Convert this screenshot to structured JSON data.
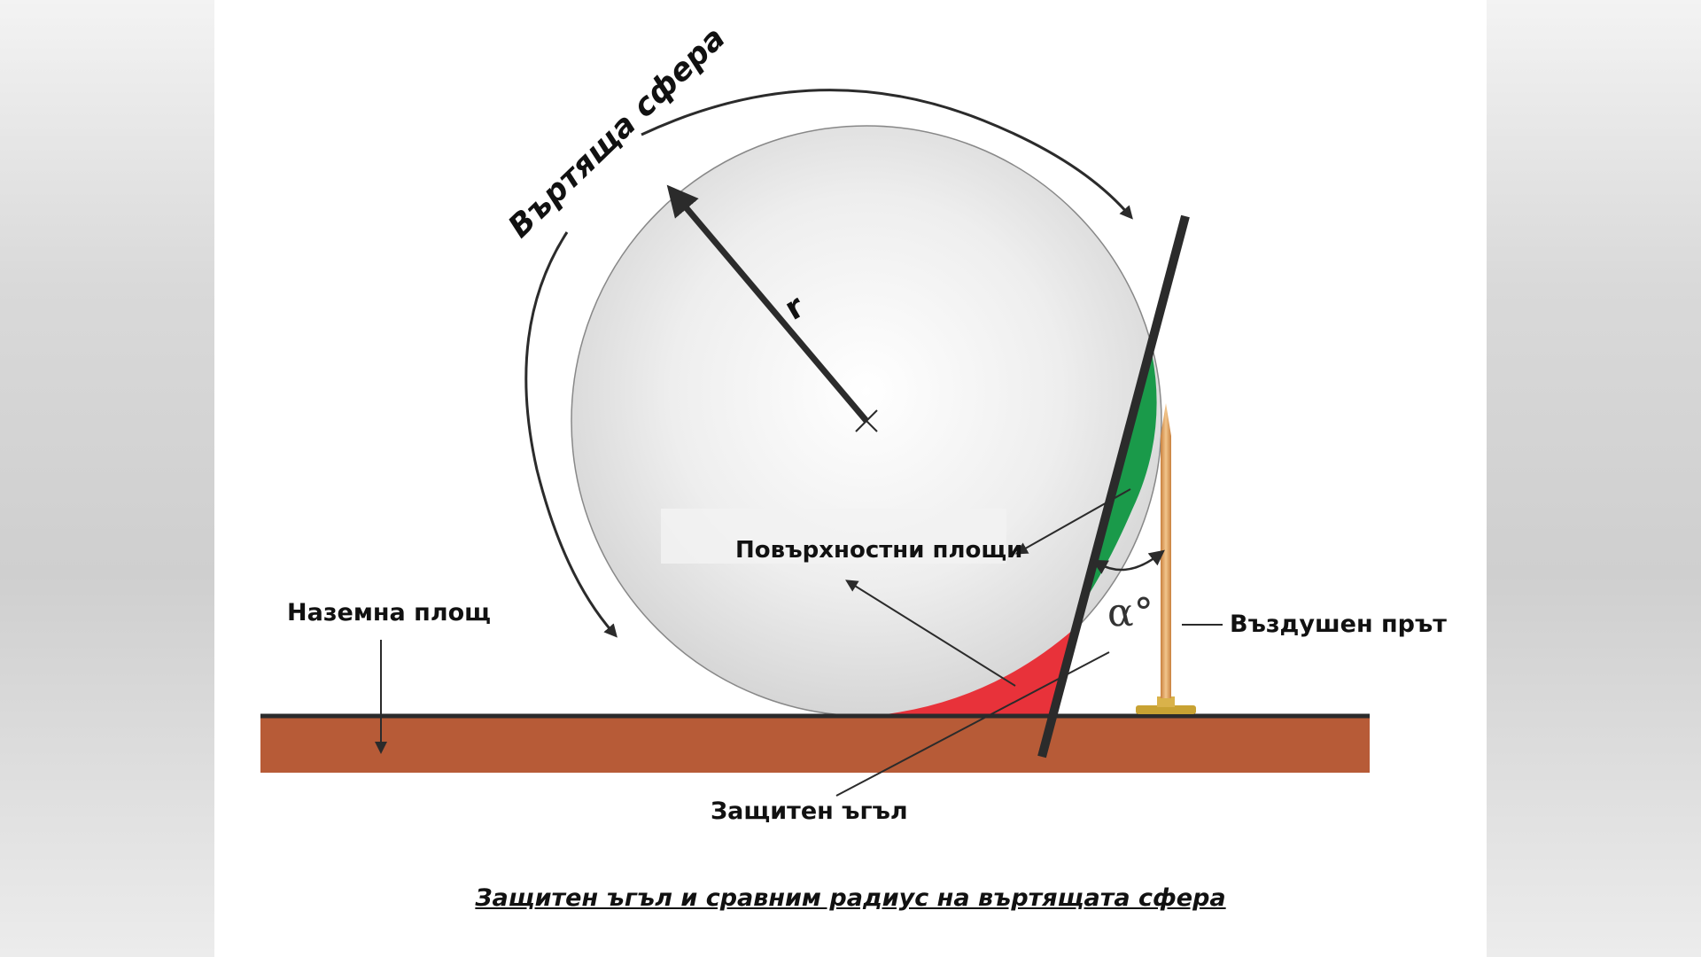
{
  "diagram": {
    "title_arc_label": "Въртяща сфера",
    "radius_label": "r",
    "surface_areas_label": "Повърхностни площи",
    "ground_area_label": "Наземна площ",
    "air_rod_label": "Въздушен прът",
    "protective_angle_label": "Защитен ъгъл",
    "angle_label": "α°",
    "caption": "Защитен ъгъл и сравним радиус на въртящата сфера"
  },
  "colors": {
    "ground": "#b75b37",
    "green_zone": "#1a9a4a",
    "red_zone": "#e8323a",
    "rod": "#e2a35f",
    "line": "#2b2b2b"
  }
}
